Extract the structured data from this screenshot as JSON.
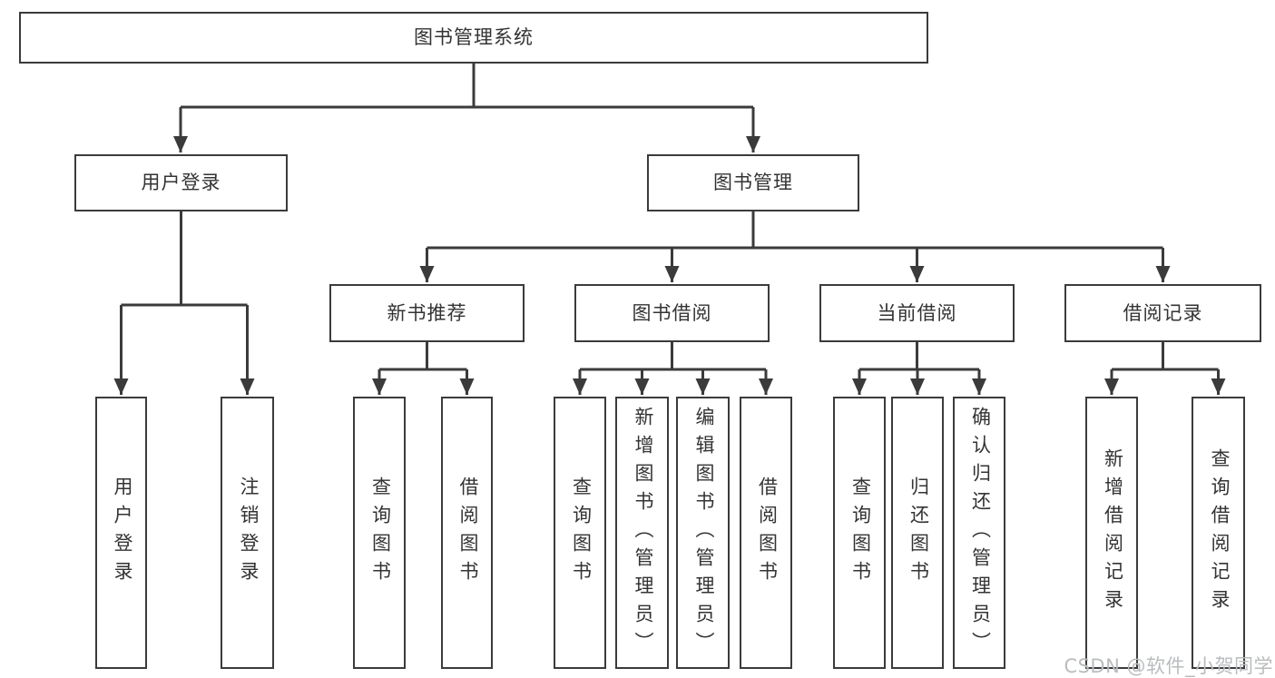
{
  "diagram": {
    "root": {
      "label": "图书管理系统"
    },
    "level2": [
      {
        "label": "用户登录"
      },
      {
        "label": "图书管理"
      }
    ],
    "modules": [
      {
        "label": "新书推荐"
      },
      {
        "label": "图书借阅"
      },
      {
        "label": "当前借阅"
      },
      {
        "label": "借阅记录"
      }
    ],
    "leaves": [
      {
        "label": "用户登录"
      },
      {
        "label": "注销登录"
      },
      {
        "label": "查询图书"
      },
      {
        "label": "借阅图书"
      },
      {
        "label": "查询图书"
      },
      {
        "label": "新增图书（管理员）"
      },
      {
        "label": "编辑图书（管理员）"
      },
      {
        "label": "借阅图书"
      },
      {
        "label": "查询图书"
      },
      {
        "label": "归还图书"
      },
      {
        "label": "确认归还（管理员）"
      },
      {
        "label": "新增借阅记录"
      },
      {
        "label": "查询借阅记录"
      }
    ]
  },
  "watermark": {
    "text": "CSDN @软件_小贺同学"
  },
  "colors": {
    "line": "#3b3b3b",
    "text": "#333333",
    "box_background": "#ffffff",
    "page_background": "#ffffff",
    "watermark": "#b9bcbe"
  }
}
